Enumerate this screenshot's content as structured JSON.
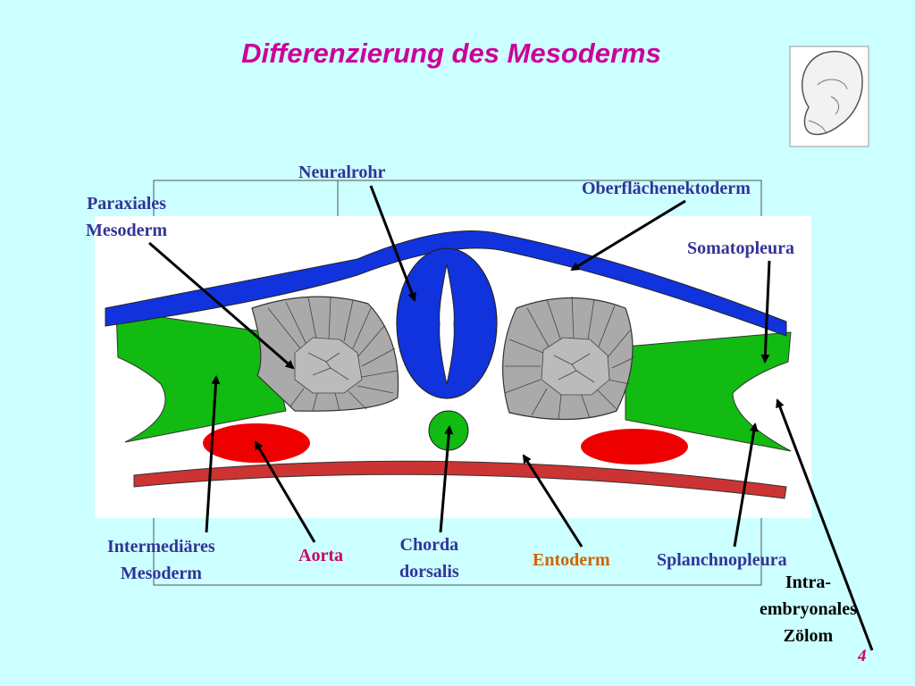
{
  "title": "Differenzierung des Mesoderms",
  "page_number": "4",
  "labels": {
    "neuralrohr": "Neuralrohr",
    "oberflaechenektoderm": "Oberflächenektoderm",
    "paraxiales_1": "Paraxiales",
    "paraxiales_2": "Mesoderm",
    "somatopleura": "Somatopleura",
    "intermediaeres_1": "Intermediäres",
    "intermediaeres_2": "Mesoderm",
    "aorta": "Aorta",
    "chorda_1": "Chorda",
    "chorda_2": "dorsalis",
    "entoderm": "Entoderm",
    "splanchnopleura": "Splanchnopleura",
    "zoelom_1": "Intra-",
    "zoelom_2": "embryonales",
    "zoelom_3": "Zölom"
  },
  "colors": {
    "background": "#ccffff",
    "title": "#cc0099",
    "label_blue": "#333399",
    "label_magenta": "#cc0066",
    "label_orange": "#cc6600",
    "ectoderm_blue": "#1133dd",
    "mesoderm_green": "#11bb11",
    "somite_gray": "#aaaaaa",
    "aorta_red": "#ee0000",
    "entoderm_red": "#cc3333"
  },
  "icons": {
    "embryo": "embryo-illustration-icon"
  }
}
